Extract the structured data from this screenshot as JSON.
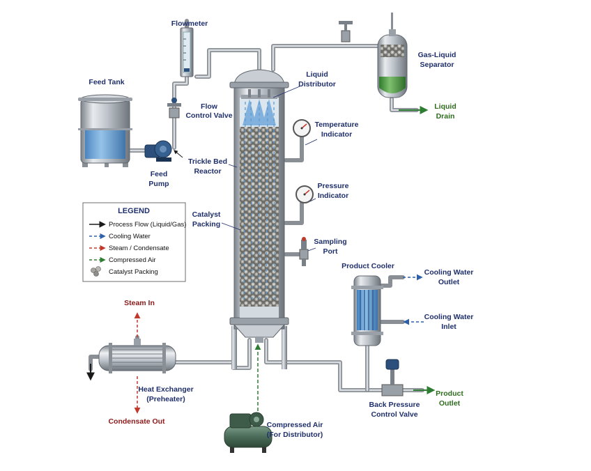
{
  "corner_text": "",
  "labels": {
    "flowmeter": "Flowmeter",
    "feed_tank": "Feed Tank",
    "flow_control_valve_1": "Flow",
    "flow_control_valve_2": "Control Valve",
    "feed_pump_1": "Feed",
    "feed_pump_2": "Pump",
    "trickle_bed_1": "Trickle Bed",
    "trickle_bed_2": "Reactor",
    "catalyst_packing_1": "Catalyst",
    "catalyst_packing_2": "Packing",
    "liquid_distributor_1": "Liquid",
    "liquid_distributor_2": "Distributor",
    "gas_liquid_separator_1": "Gas-Liquid",
    "gas_liquid_separator_2": "Separator",
    "liquid_drain_1": "Liquid",
    "liquid_drain_2": "Drain",
    "temperature_indicator_1": "Temperature",
    "temperature_indicator_2": "Indicator",
    "pressure_indicator_1": "Pressure",
    "pressure_indicator_2": "Indicator",
    "sampling_port_1": "Sampling",
    "sampling_port_2": "Port",
    "product_cooler": "Product Cooler",
    "cooling_water_outlet_1": "Cooling Water",
    "cooling_water_outlet_2": "Outlet",
    "cooling_water_inlet_1": "Cooling Water",
    "cooling_water_inlet_2": "Inlet",
    "steam_in": "Steam In",
    "heat_exchanger_1": "Heat Exchanger",
    "heat_exchanger_2": "(Preheater)",
    "condensate_out": "Condensate Out",
    "compressed_air_1": "Compressed Air",
    "compressed_air_2": "(For Distributor)",
    "back_pressure_valve_1": "Back Pressure",
    "back_pressure_valve_2": "Control Valve",
    "product_outlet_1": "Product",
    "product_outlet_2": "Outlet"
  },
  "legend": {
    "title": "LEGEND",
    "items": [
      {
        "label": "Process Flow (Liquid/Gas)",
        "style": "solid",
        "color": "#1a1a1a"
      },
      {
        "label": "Cooling Water",
        "style": "dashed",
        "color": "#2f5fa8"
      },
      {
        "label": "Steam / Condensate",
        "style": "dashed",
        "color": "#c0392b"
      },
      {
        "label": "Compressed Air",
        "style": "dashed",
        "color": "#2e7d32"
      },
      {
        "label": "Catalyst Packing",
        "style": "pellets",
        "color": "#6b6b6b"
      }
    ]
  },
  "colors": {
    "label_blue": "#1f2f6b",
    "label_red": "#8b1a1a",
    "label_green": "#2e6b1e",
    "steel": "#b8bec6",
    "liquid_blue": "#5b9bd5",
    "drain_green": "#3f8f3a",
    "compressor_green": "#4a6b58",
    "pump_blue": "#2d4f7c"
  }
}
